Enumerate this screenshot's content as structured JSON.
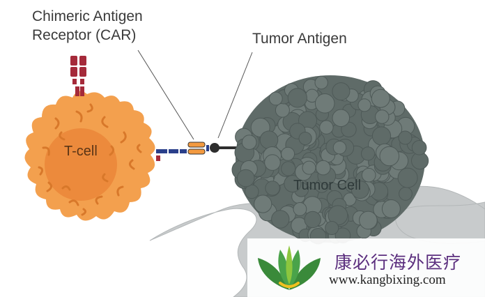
{
  "labels": {
    "car_line1": "Chimeric Antigen",
    "car_line2": "Receptor (CAR)",
    "tumor_antigen": "Tumor Antigen",
    "t_cell": "T-cell",
    "tumor_cell": "Tumor Cell"
  },
  "watermark": {
    "brand_cn": "康必行海外医疗",
    "url": "www.kangbixing.com"
  },
  "colors": {
    "t_cell_outer": "#f3a04e",
    "t_cell_nucleus": "#ec8a3c",
    "tumor_cell": "#5f6b68",
    "tumor_bump": "#6f7b78",
    "stroma": "#c8cbcc",
    "car_receptor": "#a52a3a",
    "tcr_blue": "#2a3f8a",
    "antigen": "#2e2e2e",
    "watermark_text": "#5b2e7e",
    "logo_green": "#3a8a3a",
    "logo_yellow": "#f0c020"
  }
}
